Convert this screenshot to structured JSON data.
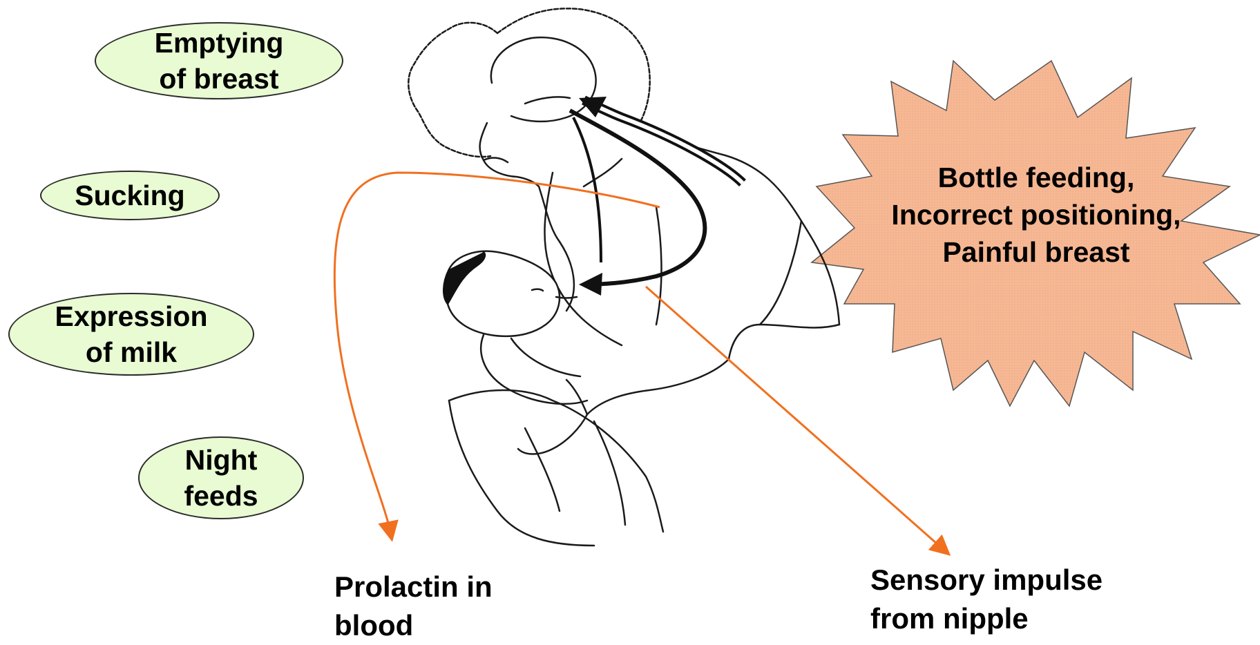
{
  "factors_increasing": [
    {
      "label": "Emptying\nof breast"
    },
    {
      "label": "Sucking"
    },
    {
      "label": "Expression\nof milk"
    },
    {
      "label": "Night\nfeeds"
    }
  ],
  "factors_decreasing": {
    "label": "Bottle feeding,\nIncorrect positioning,\nPainful breast"
  },
  "prolactin_label": "Prolactin in\nblood",
  "sensory_label": "Sensory impulse\nfrom nipple",
  "colors": {
    "oval_fill": "#e8fbd2",
    "burst_fill": "#f6b894",
    "arrow_orange": "#f07020",
    "outline": "#1a1a1a"
  }
}
